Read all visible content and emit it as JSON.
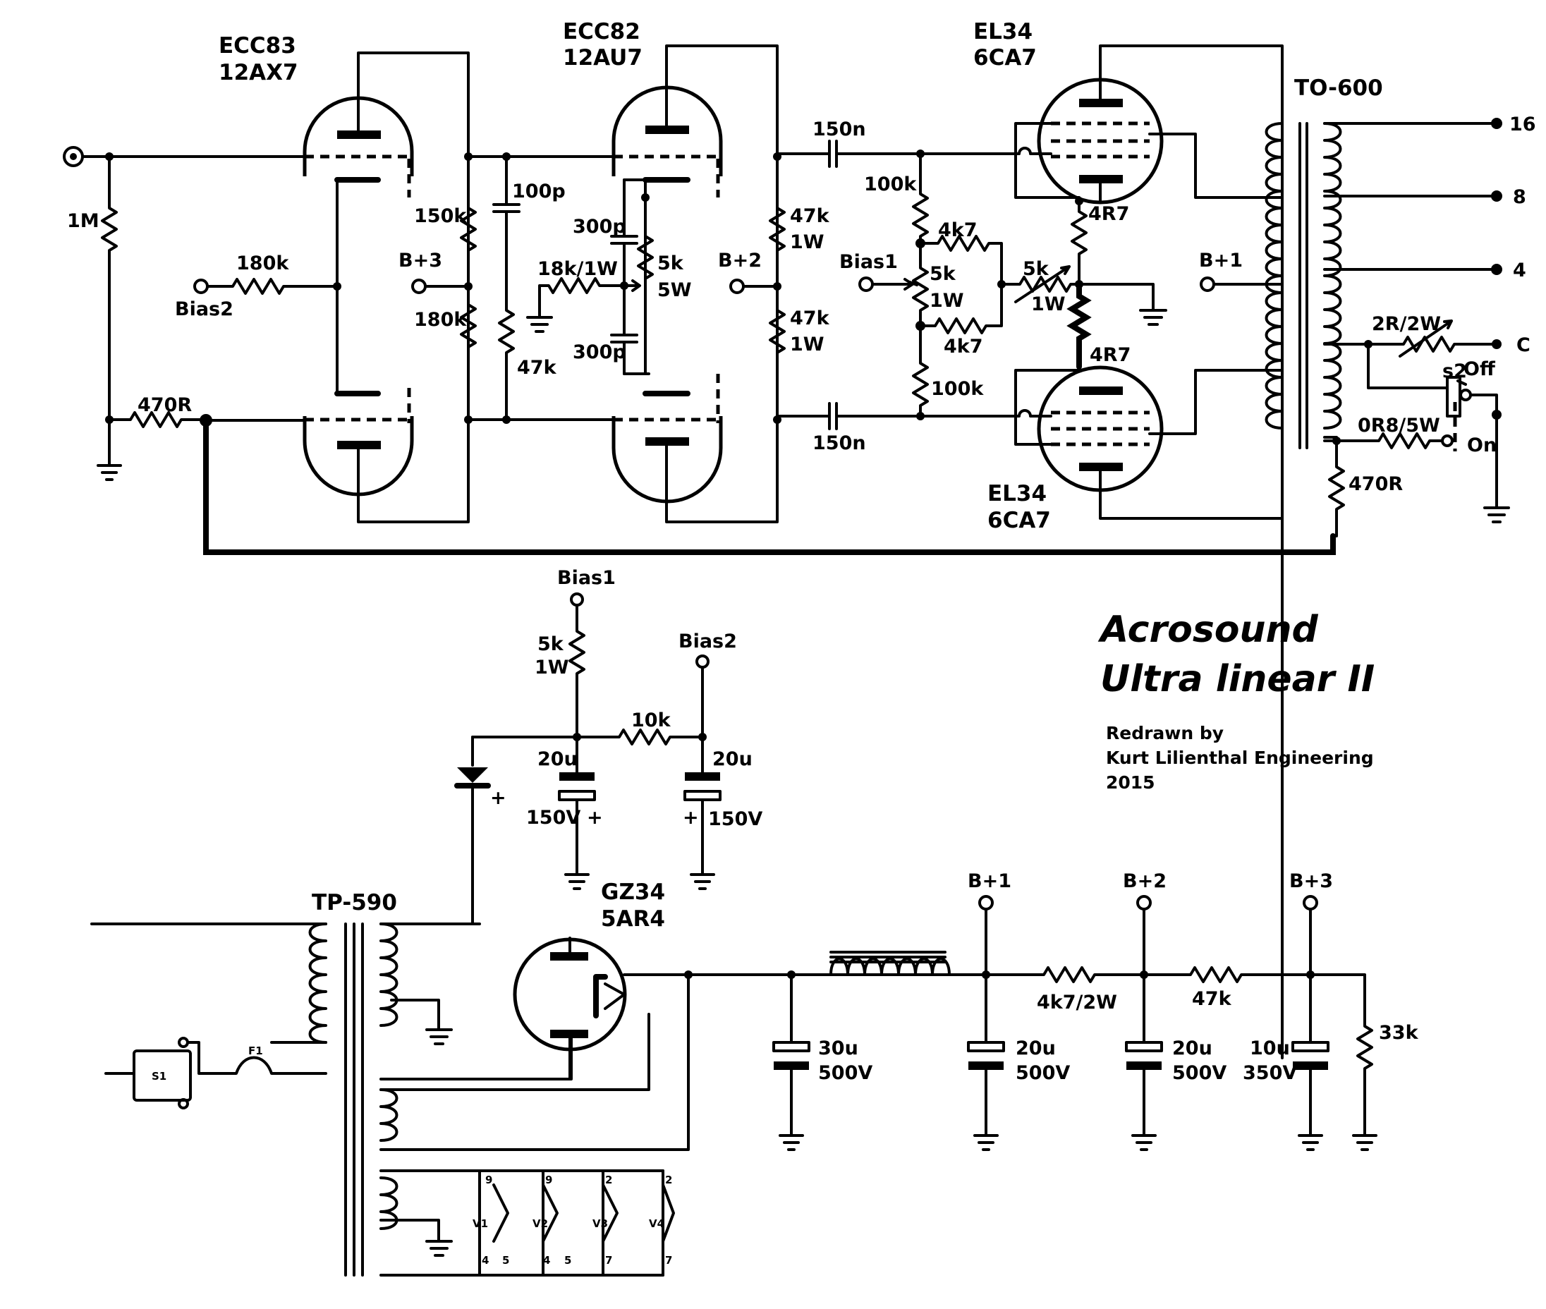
{
  "title": {
    "line1": "Acrosound",
    "line2": "Ultra linear II",
    "credit1": "Redrawn by",
    "credit2": "Kurt Lilienthal Engineering",
    "credit3": "2015"
  },
  "tubes": {
    "v1": {
      "type": "ECC83",
      "alt": "12AX7"
    },
    "v2": {
      "type": "ECC82",
      "alt": "12AU7"
    },
    "v3": {
      "type": "EL34",
      "alt": "6CA7"
    },
    "v4": {
      "type": "EL34",
      "alt": "6CA7"
    },
    "rect": {
      "type": "GZ34",
      "alt": "5AR4"
    }
  },
  "transformers": {
    "output": "TO-600",
    "power": "TP-590"
  },
  "outputs": {
    "t16": "16",
    "t8": "8",
    "t4": "4",
    "common": "C"
  },
  "nodes": {
    "bias1": "Bias1",
    "bias2": "Bias2",
    "b1": "B+1",
    "b2": "B+2",
    "b3": "B+3"
  },
  "components": {
    "r1m": "1M",
    "r470_in": "470R",
    "r180k_bias": "180k",
    "r150k": "150k",
    "r180k_div": "180k",
    "c100p": "100p",
    "r47k_div": "47k",
    "c300p_top": "300p",
    "c300p_bot": "300p",
    "r18k": "18k/1W",
    "pot5k_cath_a": "5k",
    "pot5k_cath_b": "5W",
    "r47k_top_a": "47k",
    "r47k_top_b": "1W",
    "r47k_bot_a": "47k",
    "r47k_bot_b": "1W",
    "c150n_top": "150n",
    "c150n_bot": "150n",
    "r100k_top": "100k",
    "r100k_bot": "100k",
    "r4k7_top": "4k7",
    "r4k7_bot": "4k7",
    "pot5k_bias_a": "5k",
    "pot5k_bias_b": "1W",
    "pot5k_bal_a": "5k",
    "pot5k_bal_b": "1W",
    "r4r7_top": "4R7",
    "r4r7_bot": "4R7",
    "r2r": "2R/2W",
    "r0r8": "0R8/5W",
    "r470_fb": "470R",
    "sw2": "s2",
    "sw2_off": "Off",
    "sw2_on": "On",
    "ps_5k_a": "5k",
    "ps_5k_b": "1W",
    "ps_10k": "10k",
    "ps_c20u_a": "20u",
    "ps_c150v_a": "150V",
    "ps_c20u_b": "20u",
    "ps_c150v_b": "150V",
    "plus": "+",
    "f1": "F1",
    "s1": "S1",
    "c30u": "30u",
    "c30u_v": "500V",
    "c20u_1": "20u",
    "c20u_1v": "500V",
    "r4k7_2w": "4k7/2W",
    "c20u_2": "20u",
    "c20u_2v": "500V",
    "r47k_ps": "47k",
    "c10u": "10u",
    "c10u_v": "350V",
    "r33k": "33k",
    "heater": {
      "v1": "V1",
      "v2": "V2",
      "v3": "V3",
      "v4": "V4",
      "p9a": "9",
      "p9b": "9",
      "p2a": "2",
      "p2b": "2",
      "p4a": "4",
      "p5a": "5",
      "p4b": "4",
      "p5b": "5",
      "p7a": "7",
      "p7b": "7"
    }
  }
}
